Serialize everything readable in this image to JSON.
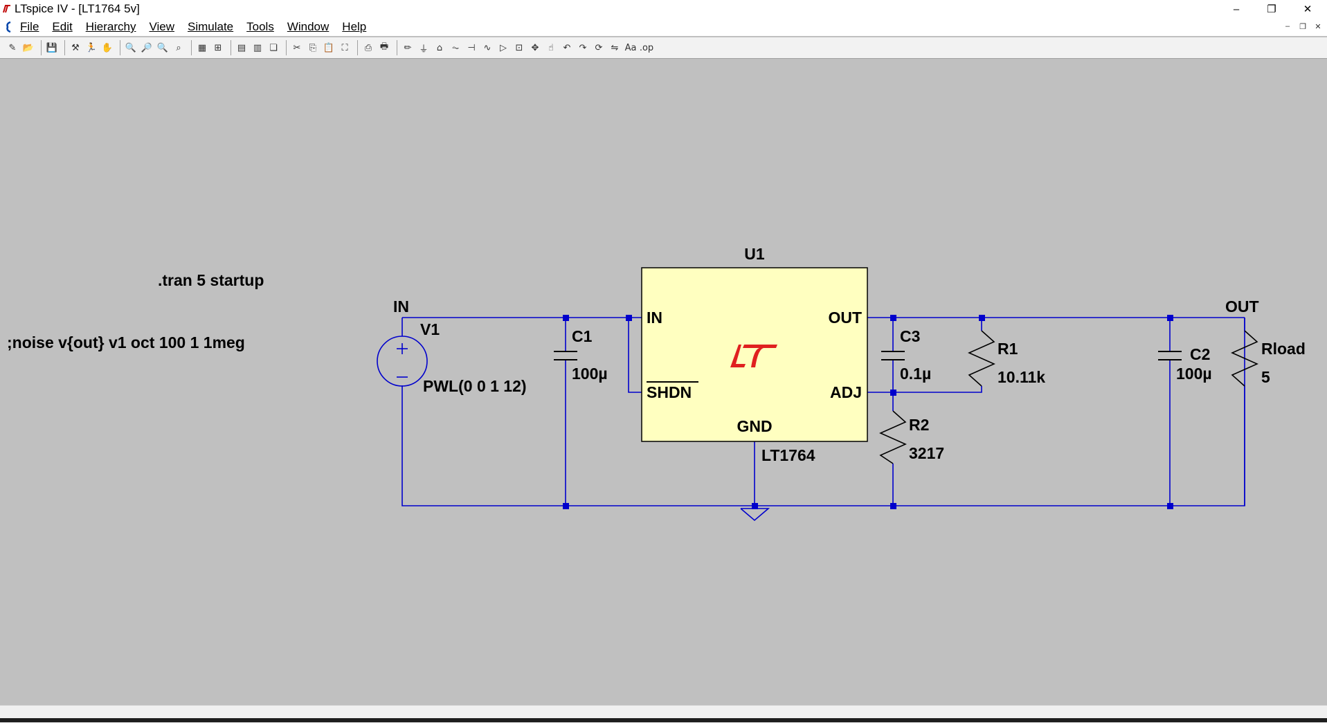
{
  "window": {
    "title": "LTspice IV - [LT1764 5v]",
    "minimize_glyph": "–",
    "maximize_glyph": "❐",
    "close_glyph": "✕"
  },
  "menu": [
    {
      "label": "File"
    },
    {
      "label": "Edit"
    },
    {
      "label": "Hierarchy"
    },
    {
      "label": "View"
    },
    {
      "label": "Simulate"
    },
    {
      "label": "Tools"
    },
    {
      "label": "Window"
    },
    {
      "label": "Help"
    }
  ],
  "toolbar_groups": [
    [
      "new-schematic-icon",
      "open-icon"
    ],
    [
      "save-icon"
    ],
    [
      "control-panel-icon",
      "run-icon",
      "halt-icon"
    ],
    [
      "zoom-in-icon",
      "zoom-pan-icon",
      "zoom-out-icon",
      "zoom-fit-icon"
    ],
    [
      "autorange-icon",
      "grid-icon"
    ],
    [
      "tile-horizontal-icon",
      "tile-vertical-icon",
      "cascade-icon"
    ],
    [
      "cut-icon",
      "copy-icon",
      "paste-icon",
      "find-icon"
    ],
    [
      "print-preview-icon",
      "print-icon"
    ],
    [
      "wire-icon",
      "ground-icon",
      "label-net-icon",
      "resistor-icon",
      "capacitor-icon",
      "inductor-icon",
      "diode-icon",
      "component-icon",
      "move-icon",
      "drag-icon",
      "undo-icon",
      "redo-icon",
      "rotate-icon",
      "mirror-icon",
      "text-icon",
      "spice-directive-icon"
    ]
  ],
  "toolbar_glyphs": {
    "new-schematic-icon": "✎",
    "open-icon": "📂",
    "save-icon": "💾",
    "control-panel-icon": "⚒",
    "run-icon": "🏃",
    "halt-icon": "✋",
    "zoom-in-icon": "🔍",
    "zoom-pan-icon": "🔎",
    "zoom-out-icon": "🔍",
    "zoom-fit-icon": "⌕",
    "autorange-icon": "▦",
    "grid-icon": "⊞",
    "tile-horizontal-icon": "▤",
    "tile-vertical-icon": "▥",
    "cascade-icon": "❏",
    "cut-icon": "✂",
    "copy-icon": "⎘",
    "paste-icon": "📋",
    "find-icon": "⛶",
    "print-preview-icon": "⎙",
    "print-icon": "🖶",
    "wire-icon": "✏",
    "ground-icon": "⏚",
    "label-net-icon": "⌂",
    "resistor-icon": "⏦",
    "capacitor-icon": "⊣",
    "inductor-icon": "∿",
    "diode-icon": "▷",
    "component-icon": "⊡",
    "move-icon": "✥",
    "drag-icon": "☝",
    "undo-icon": "↶",
    "redo-icon": "↷",
    "rotate-icon": "⟳",
    "mirror-icon": "⇋",
    "text-icon": "Aa",
    "spice-directive-icon": ".op"
  },
  "schematic": {
    "directives": {
      "tran": ".tran 5 startup",
      "noise": ";noise v{out} v1 oct 100 1 1meg"
    },
    "nets": {
      "in_label": "IN",
      "out_label": "OUT"
    },
    "v1": {
      "name": "V1",
      "value": "PWL(0 0 1 12)"
    },
    "c1": {
      "name": "C1",
      "value": "100µ"
    },
    "c2": {
      "name": "C2",
      "value": "100µ"
    },
    "c3": {
      "name": "C3",
      "value": "0.1µ"
    },
    "r1": {
      "name": "R1",
      "value": "10.11k"
    },
    "r2": {
      "name": "R2",
      "value": "3217"
    },
    "rload": {
      "name": "Rload",
      "value": "5"
    },
    "u1": {
      "name": "U1",
      "part": "LT1764",
      "pins": {
        "in": "IN",
        "shdn": "SHDN",
        "out": "OUT",
        "adj": "ADJ",
        "gnd": "GND"
      }
    },
    "colors": {
      "wire": "#0000cc",
      "ic_fill": "#ffffc0",
      "logo": "#e02020",
      "background": "#c0c0c0"
    }
  }
}
